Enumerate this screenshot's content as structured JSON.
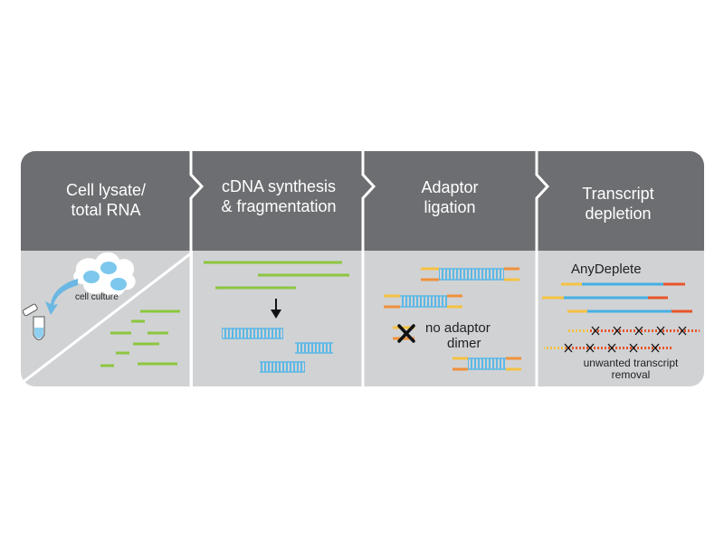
{
  "steps": [
    {
      "title_line1": "Cell lysate/",
      "title_line2": "total RNA",
      "note": "cell culture"
    },
    {
      "title_line1": "cDNA synthesis",
      "title_line2": "& fragmentation"
    },
    {
      "title_line1": "Adaptor",
      "title_line2": "ligation",
      "note_line1": "no adaptor",
      "note_line2": "dimer"
    },
    {
      "title_line1": "Transcript",
      "title_line2": "depletion",
      "label": "AnyDeplete",
      "note_line1": "unwanted transcript",
      "note_line2": "removal"
    }
  ],
  "colors": {
    "header": "#6d6e71",
    "panel": "#d1d2d4",
    "rna": "#8cc63f",
    "cdna": "#5bb8e6",
    "adaptor_yellow": "#f5c242",
    "adaptor_orange": "#f0913a",
    "insert_blue": "#45b0e4",
    "end_red": "#e8552a"
  },
  "icons": [
    "cell-culture-icon",
    "tube-icon",
    "arrow-icon",
    "x-mark-icon"
  ]
}
